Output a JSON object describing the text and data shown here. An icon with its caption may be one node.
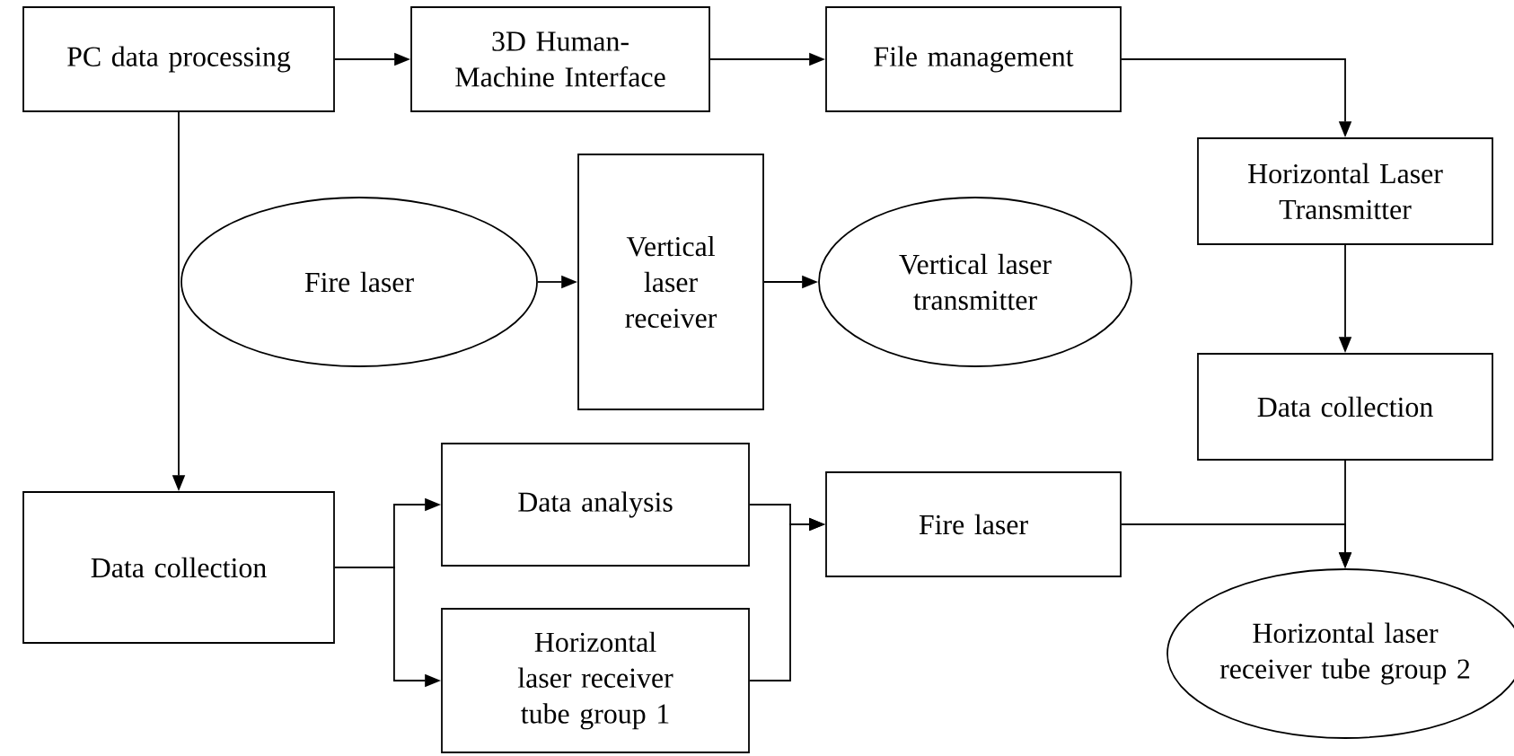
{
  "diagram": {
    "nodes": [
      {
        "text": [
          "PC data processing"
        ]
      },
      {
        "text": [
          "3D Human-Machine Interface"
        ]
      },
      {
        "text": [
          "File management"
        ]
      },
      {
        "text": [
          "Horizontal Laser Transmitter"
        ]
      },
      {
        "text": [
          "Fire laser"
        ]
      },
      {
        "text": [
          "Vertical laser receiver"
        ]
      },
      {
        "text": [
          "Vertical laser transmitter"
        ]
      },
      {
        "text": [
          "Data collection"
        ]
      },
      {
        "text": [
          "Data collection"
        ]
      },
      {
        "text": [
          "Data analysis"
        ]
      },
      {
        "text": [
          "Horizontal laser receiver tube group 1"
        ]
      },
      {
        "text": [
          "Fire laser"
        ]
      },
      {
        "text": [
          "Horizontal laser receiver tube group 2"
        ]
      }
    ],
    "edges": [
      {
        "from": 0,
        "to": 1,
        "arrow": "to"
      },
      {
        "from": 1,
        "to": 2,
        "arrow": "to"
      },
      {
        "from": 2,
        "to": 3,
        "arrow": "to"
      },
      {
        "from": 3,
        "to": 7,
        "arrow": "to"
      },
      {
        "from": 4,
        "to": 5,
        "arrow": "to"
      },
      {
        "from": 5,
        "to": 6,
        "arrow": "to"
      },
      {
        "from": 0,
        "to": 8,
        "arrow": "to"
      },
      {
        "from": 8,
        "to": 9,
        "arrow": "to"
      },
      {
        "from": 8,
        "to": 10,
        "arrow": "to"
      },
      {
        "from": 9,
        "to": 11,
        "arrow": "to"
      },
      {
        "from": 10,
        "to": 11,
        "arrow": "to"
      },
      {
        "from": 7,
        "to": 12,
        "arrow": "to"
      },
      {
        "from": 11,
        "to": 12,
        "arrow": "to"
      }
    ]
  }
}
